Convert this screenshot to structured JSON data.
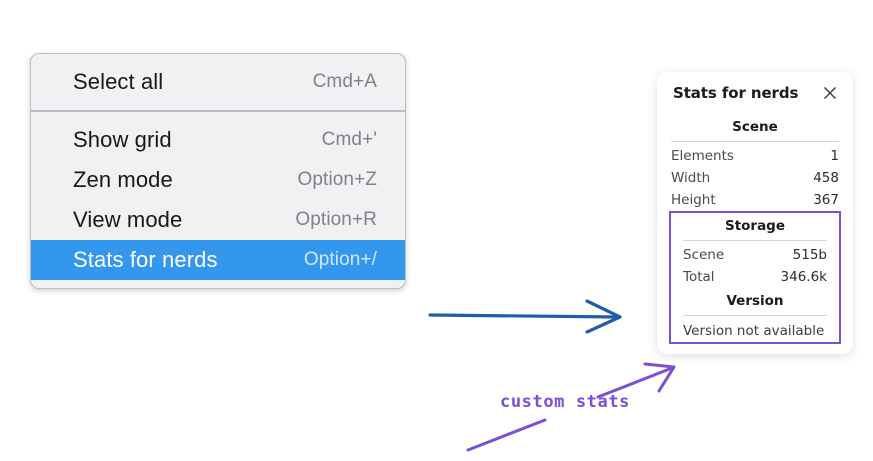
{
  "context_menu": {
    "groups": [
      {
        "items": [
          {
            "label": "Select all",
            "shortcut": "Cmd+A",
            "selected": false
          }
        ]
      },
      {
        "items": [
          {
            "label": "Show grid",
            "shortcut": "Cmd+'",
            "selected": false
          },
          {
            "label": "Zen mode",
            "shortcut": "Option+Z",
            "selected": false
          },
          {
            "label": "View mode",
            "shortcut": "Option+R",
            "selected": false
          },
          {
            "label": "Stats for nerds",
            "shortcut": "Option+/",
            "selected": true
          }
        ]
      }
    ]
  },
  "stats_panel": {
    "title": "Stats for nerds",
    "close_icon": "close-icon",
    "scene": {
      "section_title": "Scene",
      "rows": [
        {
          "key": "Elements",
          "value": "1"
        },
        {
          "key": "Width",
          "value": "458"
        },
        {
          "key": "Height",
          "value": "367"
        }
      ]
    },
    "storage": {
      "section_title": "Storage",
      "rows": [
        {
          "key": "Scene",
          "value": "515b"
        },
        {
          "key": "Total",
          "value": "346.6k"
        }
      ]
    },
    "version": {
      "section_title": "Version",
      "text": "Version not available"
    }
  },
  "annotations": {
    "label": "custom stats",
    "arrow_color_blue": "#1f5fa8",
    "arrow_color_purple": "#7b4fd6",
    "highlight_color": "#3397ee"
  }
}
